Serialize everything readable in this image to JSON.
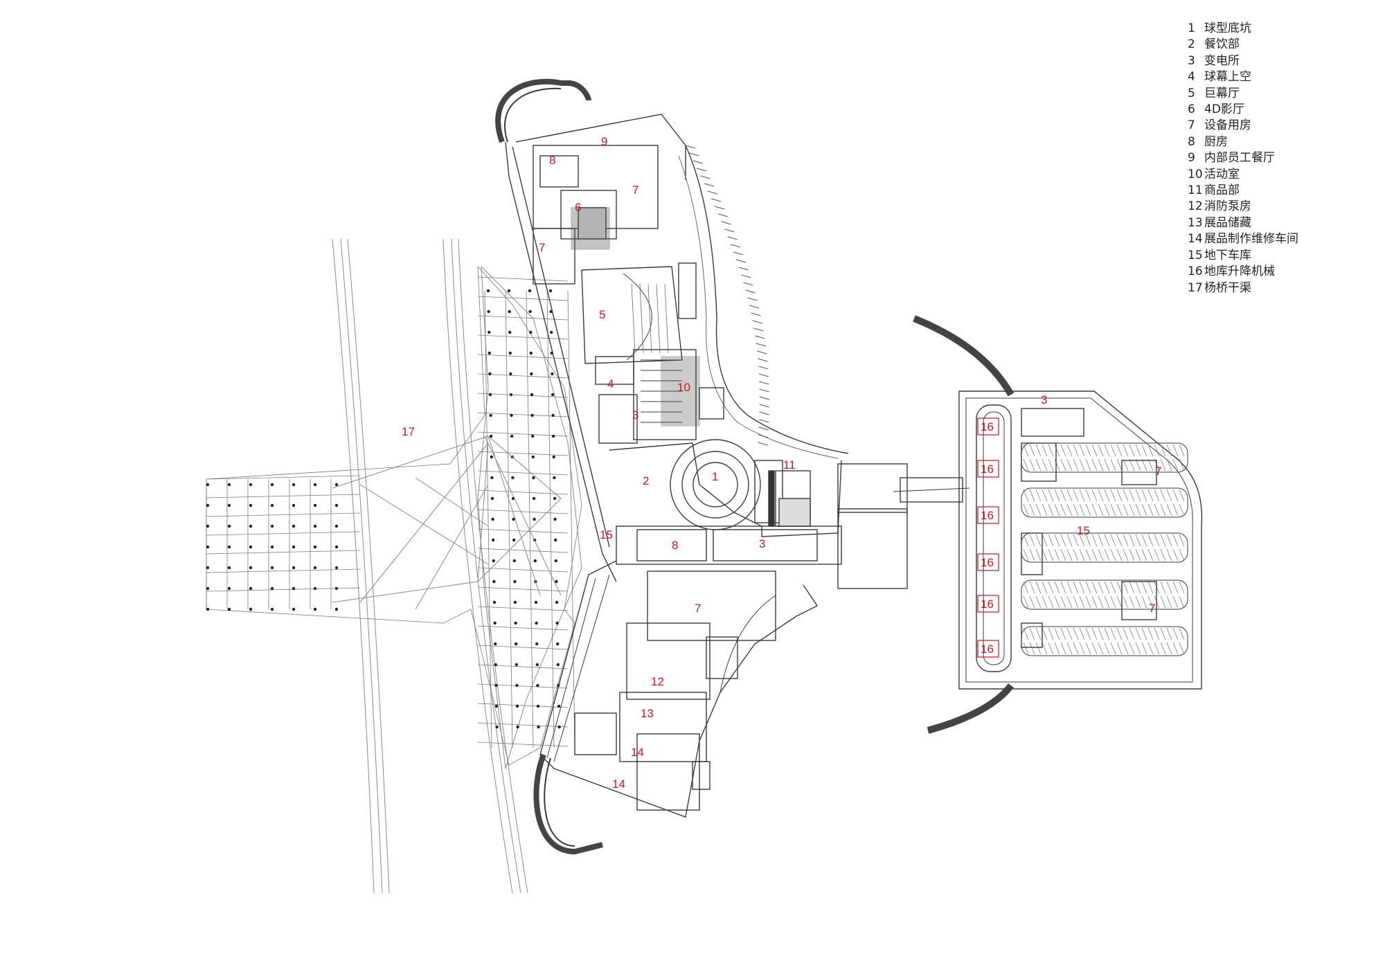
{
  "legend": [
    {
      "num": "1",
      "label": "球型底坑"
    },
    {
      "num": "2",
      "label": "餐饮部"
    },
    {
      "num": "3",
      "label": "变电所"
    },
    {
      "num": "4",
      "label": "球幕上空"
    },
    {
      "num": "5",
      "label": "巨幕厅"
    },
    {
      "num": "6",
      "label": "4D影厅"
    },
    {
      "num": "7",
      "label": "设备用房"
    },
    {
      "num": "8",
      "label": "厨房"
    },
    {
      "num": "9",
      "label": "内部员工餐厅"
    },
    {
      "num": "10",
      "label": "活动室"
    },
    {
      "num": "11",
      "label": "商品部"
    },
    {
      "num": "12",
      "label": "消防泵房"
    },
    {
      "num": "13",
      "label": "展品储藏"
    },
    {
      "num": "14",
      "label": "展品制作维修车间"
    },
    {
      "num": "15",
      "label": "地下车库"
    },
    {
      "num": "16",
      "label": "地库升降机械"
    },
    {
      "num": "17",
      "label": "杨桥干渠"
    }
  ],
  "plan_labels": {
    "l1": "1",
    "l2": "2",
    "l3a": "3",
    "l3b": "3",
    "l3c": "3",
    "l4": "4",
    "l5": "5",
    "l6": "6",
    "l7a": "7",
    "l7b": "7",
    "l7c": "7",
    "l7d": "7",
    "l7e": "7",
    "l8a": "8",
    "l8b": "8",
    "l9": "9",
    "l10": "10",
    "l11": "11",
    "l12": "12",
    "l13": "13",
    "l14a": "14",
    "l14b": "14",
    "l15a": "15",
    "l15b": "15",
    "l16a": "16",
    "l16b": "16",
    "l16c": "16",
    "l16d": "16",
    "l16e": "16",
    "l16f": "16",
    "l17": "17"
  },
  "colors": {
    "line": "#3a3a3a",
    "label": "#c8161d"
  }
}
